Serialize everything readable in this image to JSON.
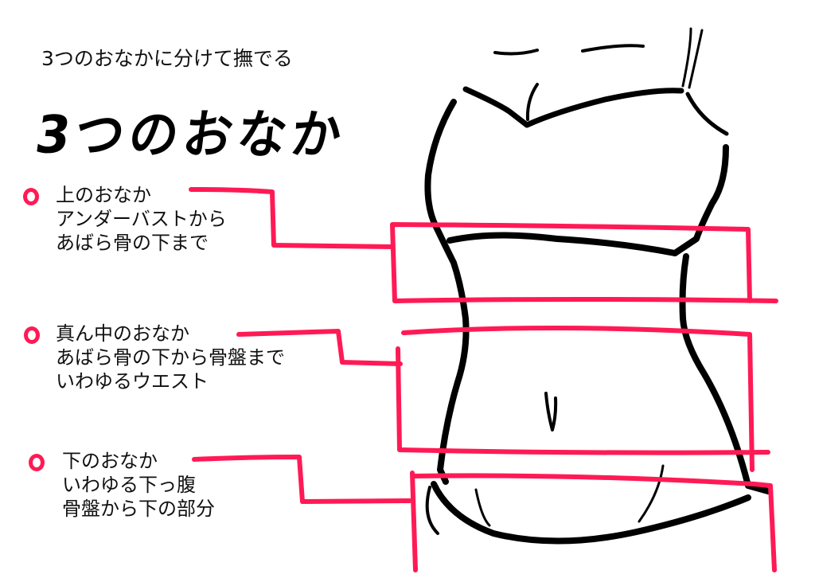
{
  "subtitle": "3つのおなかに分けて撫でる",
  "title": "3つのおなか",
  "accent_color": "#ff1a55",
  "sections": [
    {
      "heading": "上のおなか",
      "lines": [
        "アンダーバストから",
        "あばら骨の下まで"
      ],
      "bullet_icon": "red-circle-icon"
    },
    {
      "heading": "真ん中のおなか",
      "lines": [
        "あばら骨の下から骨盤まで",
        "いわゆるウエスト"
      ],
      "bullet_icon": "red-circle-icon"
    },
    {
      "heading": "下のおなか",
      "lines": [
        "いわゆる下っ腹",
        "骨盤から下の部分"
      ],
      "bullet_icon": "red-circle-icon"
    }
  ]
}
